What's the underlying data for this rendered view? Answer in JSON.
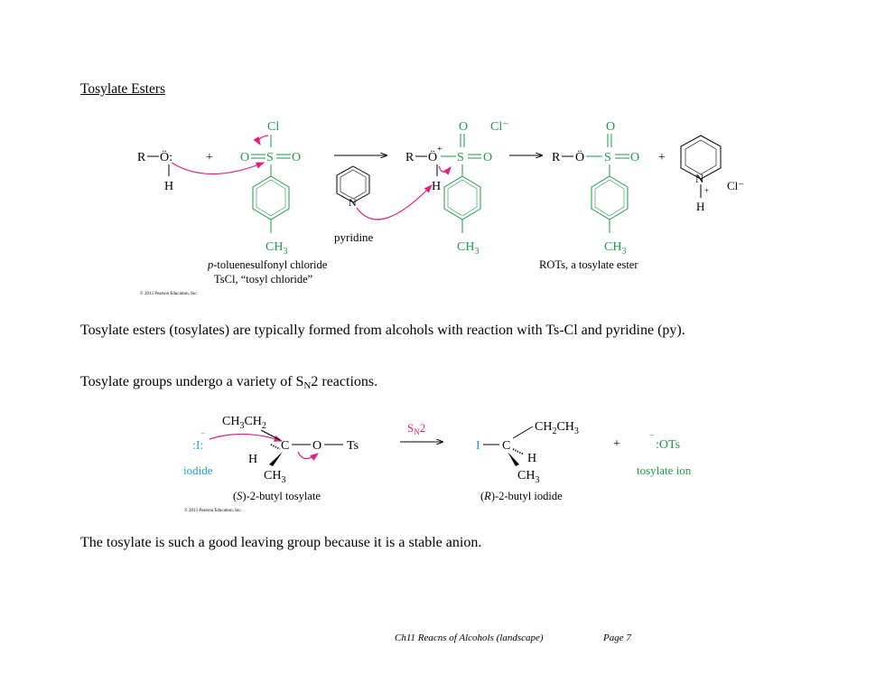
{
  "heading": "Tosylate Esters",
  "reaction1": {
    "roh": {
      "r": "R",
      "o": "Ö:",
      "h": "H"
    },
    "plus": "+",
    "tscl": {
      "cl": "Cl",
      "o_left": "O",
      "s": "S",
      "o_right": "O",
      "ch3_base": "CH",
      "ch3_sub": "3"
    },
    "pyridine": {
      "n": "N",
      "label": "pyridine"
    },
    "intermediate": {
      "r": "R",
      "o": "Ö",
      "charge": "+",
      "h": "H",
      "o_top": "O",
      "s": "S",
      "o_right": "O",
      "cl_minus": "Cl⁻",
      "ch3_base": "CH",
      "ch3_sub": "3"
    },
    "product": {
      "r": "R",
      "o": "Ö",
      "s": "S",
      "o_top": "O",
      "o_right": "O",
      "ch3_base": "CH",
      "ch3_sub": "3"
    },
    "pyridinium": {
      "n": "N",
      "plus": "+",
      "h": "H",
      "cl_minus": "Cl⁻"
    },
    "labels": {
      "tscl_line1_italic": "p",
      "tscl_line1_rest": "-toluenesulfonyl chloride",
      "tscl_line2": "TsCl, “tosyl chloride”",
      "product_label": "ROTs, a tosylate ester"
    },
    "copyright": "© 2013 Pearson Education, Inc."
  },
  "paragraph1": "Tosylate esters (tosylates) are typically formed from alcohols with reaction with Ts-Cl and pyridine (py).",
  "paragraph2": {
    "before": "Tosylate groups undergo a variety of S",
    "sub": "N",
    "after": "2 reactions."
  },
  "reaction2": {
    "iodide": {
      "symbol": ":I:",
      "charge": "−",
      "label": "iodide"
    },
    "substrate": {
      "ethyl_base": "CH",
      "ethyl_sub1": "3",
      "ethyl_mid": "CH",
      "ethyl_sub2": "2",
      "c": "C",
      "h": "H",
      "ch3_base": "CH",
      "ch3_sub": "3",
      "o": "O",
      "ts": "Ts",
      "label_italic": "S",
      "label_rest": "-2-butyl tosylate"
    },
    "condition": {
      "base": "S",
      "sub": "N",
      "after": "2"
    },
    "product": {
      "i": "I",
      "c": "C",
      "ethyl_base": "CH",
      "ethyl_sub1": "2",
      "ethyl_mid": "CH",
      "ethyl_sub2": "3",
      "h": "H",
      "ch3_base": "CH",
      "ch3_sub": "3",
      "label_italic": "R",
      "label_rest": "-2-butyl iodide"
    },
    "plus": "+",
    "tosylate_ion": {
      "charge": "−",
      "ots": ":OTs",
      "label": "tosylate ion"
    },
    "copyright": "© 2013 Pearson Education, Inc."
  },
  "paragraph3": "The tosylate is such a good leaving group because it is a stable anion.",
  "footer": {
    "title": "Ch11 Reacns of Alcohols (landscape)",
    "page": "Page 7"
  },
  "colors": {
    "green": "#1a9a4a",
    "magenta": "#e0207a",
    "cyan": "#1ba4d6",
    "black": "#000000"
  }
}
